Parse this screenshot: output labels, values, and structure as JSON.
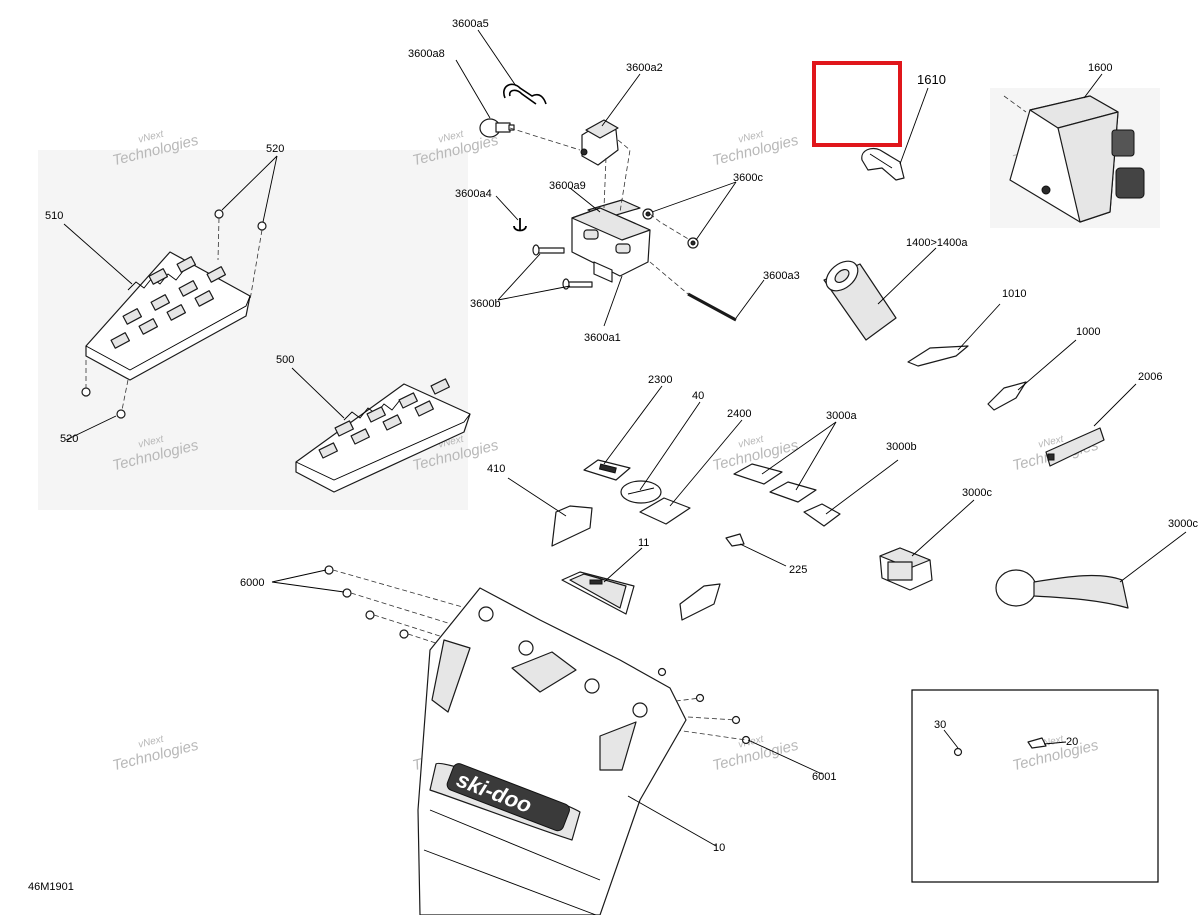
{
  "callouts": {
    "c3600a5": "3600a5",
    "c3600a8": "3600a8",
    "c3600a2": "3600a2",
    "c1610": "1610",
    "c1600": "1600",
    "c520_top": "520",
    "c510": "510",
    "c3600a4": "3600a4",
    "c3600a9": "3600a9",
    "c3600c": "3600c",
    "c1400": "1400>1400a",
    "c3600a3": "3600a3",
    "c3600b": "3600b",
    "c3600a1": "3600a1",
    "c1010": "1010",
    "c1000": "1000",
    "c500": "500",
    "c2300": "2300",
    "c40": "40",
    "c2400": "2400",
    "c3000a": "3000a",
    "c2006": "2006",
    "c520_bottom": "520",
    "c410": "410",
    "c3000b": "3000b",
    "c3000c": "3000c",
    "c3000c_edge": "3000c",
    "c11": "11",
    "c225": "225",
    "c6000": "6000",
    "c6001": "6001",
    "c10": "10",
    "c30": "30",
    "c20": "20"
  },
  "diagram_code": "46M1901",
  "brand_logo_text": "ski-doo",
  "watermark": {
    "line1": "vNext",
    "line2": "Technologies"
  },
  "colors": {
    "highlight": "#e0161b",
    "line": "#1a1a1a",
    "watermark": "#b8b8b8"
  }
}
